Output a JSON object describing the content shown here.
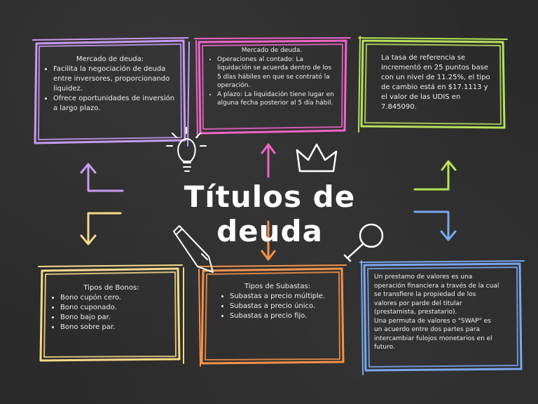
{
  "title": "Títulos de deuda",
  "colors": {
    "background": "#2b2b2b",
    "purple": "#c79bf2",
    "pink": "#f064c8",
    "green": "#b7e25a",
    "yellow": "#f6d98a",
    "orange": "#f5934a",
    "blue": "#7aa7f0",
    "white": "#ffffff"
  },
  "boxes": {
    "mercado_1": {
      "heading": "Mercado de deuda:",
      "items": [
        "Facilita la negociación de deuda entre inversores, proporcionando liquidez.",
        "Ofrece oportunidades de inversión a largo plazo."
      ]
    },
    "mercado_2": {
      "heading": "Mercado de deuda.",
      "items": [
        "Operaciones al contado: La liquidación se acuerda dentro de los 5 días hábiles en que se contrató la operación.",
        "A plazo: La liquidación tiene lugar en alguna fecha posterior al 5 día hábil."
      ]
    },
    "tasa": {
      "text": "La tasa de referencia se incrementó en 25 puntos base con un nivel de 11.25%, el tipo de cambio está en $17.1113 y el valor de las UDIS en 7.845090."
    },
    "bonos": {
      "heading": "Tipos de Bonos:",
      "items": [
        "Bono cupón cero.",
        "Bono cuponado.",
        "Bono bajo par.",
        "Bono sobre par."
      ]
    },
    "subastas": {
      "heading": "Tipos de Subastas:",
      "items": [
        "Subastas a precio múltiple.",
        "Subastas a precio único.",
        "Subastas a precio fijo."
      ]
    },
    "prestamo": {
      "p1": "Un prestamo de valores es una operación financiera a través de la cual se transfiere la propiedad de los valores por parde del titular (prestamista, prestatario).",
      "p2": "Una permuta de valores o \"SWAP\" es un acuerdo entre dos partes para intercambiar fulojos monetarios en el futuro."
    }
  }
}
